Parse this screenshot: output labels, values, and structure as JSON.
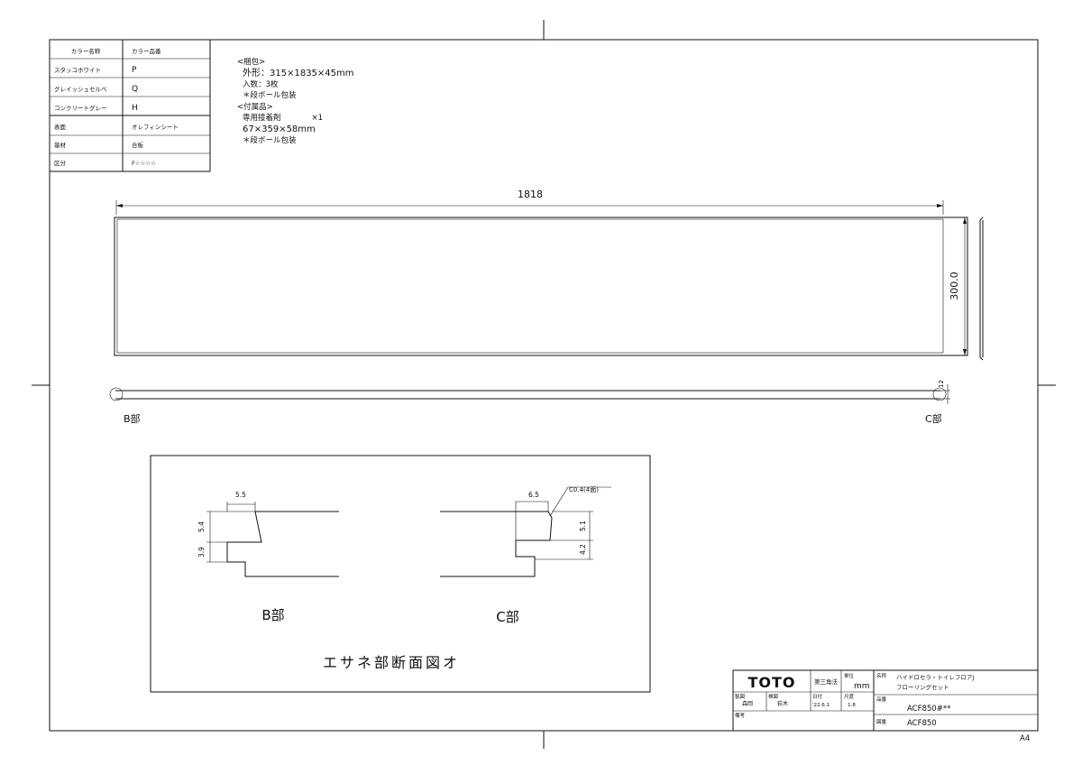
{
  "spec_table": {
    "header": [
      "カラー名称",
      "カラー品番"
    ],
    "colors": [
      {
        "name": "スタッコホワイト",
        "code": "P"
      },
      {
        "name": "グレイッシュセルベ",
        "code": "Q"
      },
      {
        "name": "コンクリートグレー",
        "code": "H"
      }
    ],
    "props": [
      {
        "name": "表面",
        "value": "オレフィンシート"
      },
      {
        "name": "基材",
        "value": "合板"
      },
      {
        "name": "区分",
        "value": "F☆☆☆☆"
      }
    ]
  },
  "package_notes": [
    "<梱包>",
    "外形：315×1835×45mm",
    "入数：3枚",
    "＊段ボール包装",
    "<付属品>",
    "専用接着剤　　　　×1",
    "67×359×58mm",
    "＊段ボール包装"
  ],
  "dimensions": {
    "length": "1818",
    "width": "300.0",
    "thickness": "12"
  },
  "part_labels": {
    "b": "B部",
    "c": "C部"
  },
  "detail": {
    "b_dims": {
      "top": "5.5",
      "upper": "5.4",
      "lower": "3.9"
    },
    "c_dims": {
      "top": "6.5",
      "chamfer": "C0.4(4面)",
      "upper": "5.1",
      "lower": "4.2"
    },
    "b_label": "B部",
    "c_label": "C部",
    "caption": "エサネ部断面図オ"
  },
  "title_block": {
    "logo": "TOTO",
    "projection": "第三角法",
    "unit_label": "単位",
    "unit": "mm",
    "name_label": "名称",
    "name_line1": "ハイドロセラ・トイレフロアJ",
    "name_line2": "フローリングセット",
    "drawn_label": "製図",
    "drawn_by": "森岡",
    "checked_label": "検図",
    "checked_by": "荻木",
    "date_label": "日付",
    "date": "'22.6.1",
    "scale_label": "尺度",
    "scale": "1:8",
    "remarks_label": "備考",
    "product_no_label": "品番",
    "product_no": "ACF850#**",
    "drawing_no_label": "図番",
    "drawing_no": "ACF850"
  },
  "sheet_size": "A4"
}
